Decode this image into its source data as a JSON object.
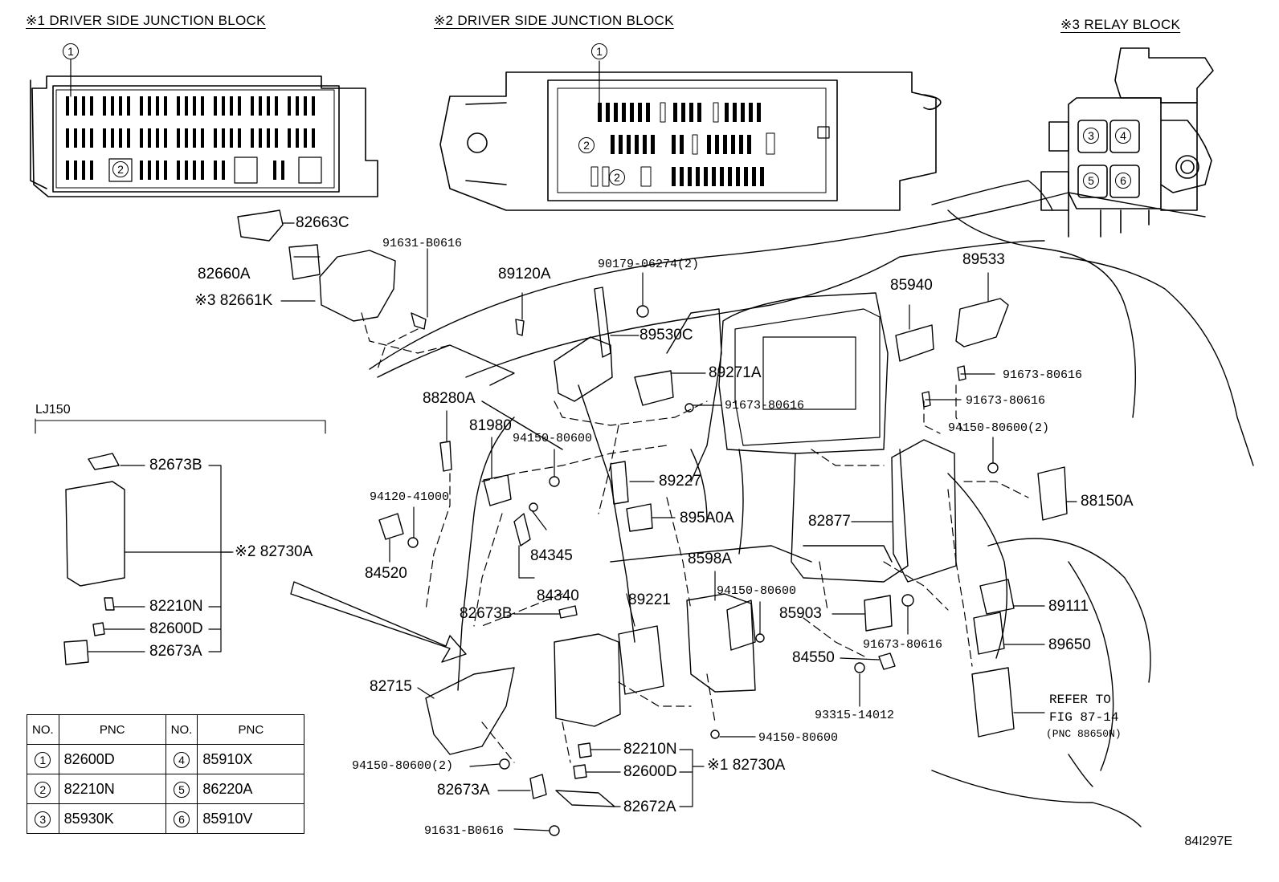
{
  "headers": {
    "block1": "※1 DRIVER SIDE JUNCTION BLOCK",
    "block2": "※2 DRIVER SIDE JUNCTION BLOCK",
    "block3": "※3  RELAY BLOCK",
    "variant": "LJ150"
  },
  "circles": [
    "1",
    "2",
    "3",
    "4",
    "5",
    "6"
  ],
  "parts": {
    "p82663C": "82663C",
    "p82660A": "82660A",
    "p82661K": "※3 82661K",
    "p91631_B0616_top": "91631-B0616",
    "p89120A": "89120A",
    "p90179": "90179-06274(2)",
    "p89530C": "89530C",
    "p89271A": "89271A",
    "p91673_a": "91673-80616",
    "p85940": "85940",
    "p89533": "89533",
    "p91673_b": "91673-80616",
    "p91673_c": "91673-80616",
    "p94150_2a": "94150-80600(2)",
    "p88150A": "88150A",
    "p88280A": "88280A",
    "p81980": "81980",
    "p94150_a": "94150-80600",
    "p94120": "94120-41000",
    "p84520": "84520",
    "p84345": "84345",
    "p84340": "84340",
    "p89227": "89227",
    "p895A0A": "895A0A",
    "p82877": "82877",
    "p8598A": "8598A",
    "p94150_b": "94150-80600",
    "p89221": "89221",
    "p85903": "85903",
    "p91673_d": "91673-80616",
    "p84550": "84550",
    "p93315": "93315-14012",
    "p89111": "89111",
    "p89650": "89650",
    "p82673B_l": "82673B",
    "p82730A_l": "※2 82730A",
    "p82210N_l": "82210N",
    "p82600D_l": "82600D",
    "p82673A_l": "82673A",
    "p82673B_c": "82673B",
    "p82715": "82715",
    "p94150_2b": "94150-80600(2)",
    "p82673A_c": "82673A",
    "p91631_B0616_bot": "91631-B0616",
    "p82210N_c": "82210N",
    "p82600D_c": "82600D",
    "p82672A": "82672A",
    "p82730A_c": "※1 82730A",
    "p94150_c": "94150-80600",
    "refer1": "REFER TO",
    "refer2": "FIG 87-14",
    "refer3": "(PNC 88650N)"
  },
  "table": {
    "headers": [
      "NO.",
      "PNC",
      "NO.",
      "PNC"
    ],
    "rows": [
      {
        "n1": "1",
        "p1": "82600D",
        "n2": "4",
        "p2": "85910X"
      },
      {
        "n1": "2",
        "p1": "82210N",
        "n2": "5",
        "p2": "86220A"
      },
      {
        "n1": "3",
        "p1": "85930K",
        "n2": "6",
        "p2": "85910V"
      }
    ]
  },
  "figure_code": "84I297E"
}
